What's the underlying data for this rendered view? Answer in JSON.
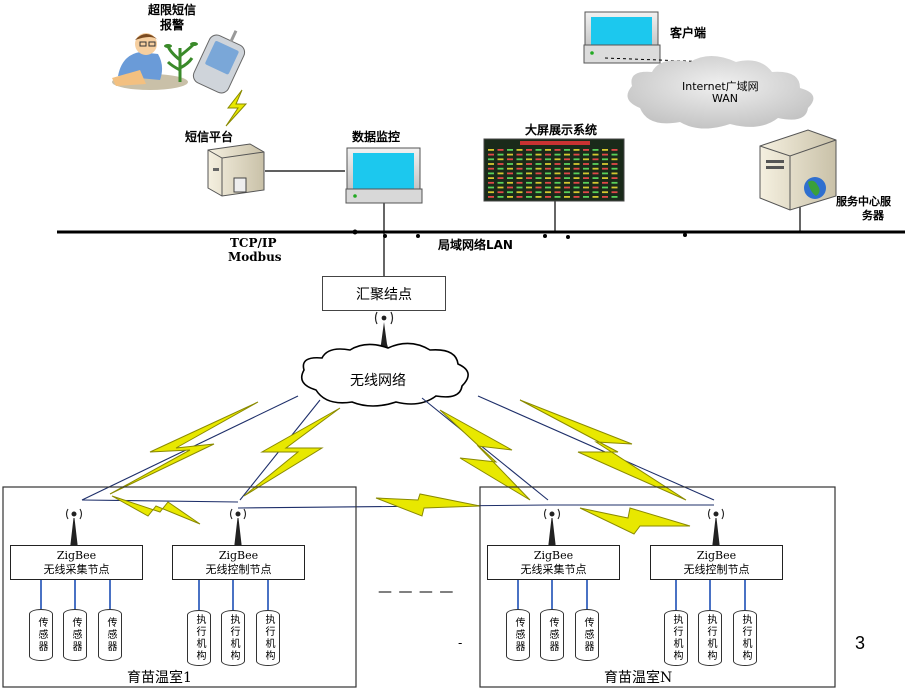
{
  "labels": {
    "sms_alarm_line1": "超限短信",
    "sms_alarm_line2": "报警",
    "sms_platform": "短信平台",
    "data_monitor": "数据监控",
    "big_screen": "大屏展示系统",
    "client": "客户端",
    "internet_line1": "Internet广域网",
    "internet_line2": "WAN",
    "service_center_line1": "服务中心服",
    "service_center_line2": "务器",
    "tcpip": "TCP/IP",
    "modbus": "Modbus",
    "lan": "局域网络LAN",
    "aggregation_node": "汇聚结点",
    "wireless_network": "无线网络",
    "ellipsis": "— — — —",
    "dash_mark": "-",
    "page_number": "3"
  },
  "greenhouses": [
    {
      "title": "育苗温室1",
      "collect_node": {
        "line1": "ZigBee",
        "line2": "无线采集节点"
      },
      "control_node": {
        "line1": "ZigBee",
        "line2": "无线控制节点"
      },
      "sensors": [
        "传感器",
        "传感器",
        "传感器"
      ],
      "actuators": [
        "执行机构",
        "执行机构",
        "执行机构"
      ]
    },
    {
      "title": "育苗温室N",
      "collect_node": {
        "line1": "ZigBee",
        "line2": "无线采集节点"
      },
      "control_node": {
        "line1": "ZigBee",
        "line2": "无线控制节点"
      },
      "sensors": [
        "传感器",
        "传感器",
        "传感器"
      ],
      "actuators": [
        "执行机构",
        "执行机构",
        "执行机构"
      ]
    }
  ],
  "colors": {
    "lightning": "#e8e800",
    "lightning_stroke": "#8a8a00",
    "screen_cyan": "#1cc8ee",
    "wire_blue": "#4a72c4",
    "cloud_gray": "#d4d4d4",
    "dashboard_bg": "#1a2a1a"
  }
}
